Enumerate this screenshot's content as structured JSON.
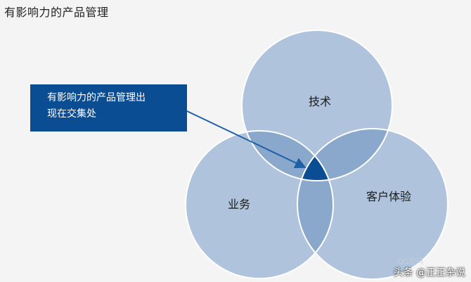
{
  "title": "有影响力的产品管理",
  "callout": {
    "line1": "有影响力的产品管理出",
    "line2": "现在交集处"
  },
  "circles": {
    "tech_label": "技术",
    "business_label": "业务",
    "ux_label": "客户体验"
  },
  "colors": {
    "circle_fill": "#afc4dc",
    "overlap_fill": "#8aa8cb",
    "center_fill": "#0b4d93",
    "circle_stroke": "#ffffff",
    "arrow": "#1e5fa6"
  },
  "watermark": "QQ空间",
  "attribution": "头条 @正正杂说"
}
